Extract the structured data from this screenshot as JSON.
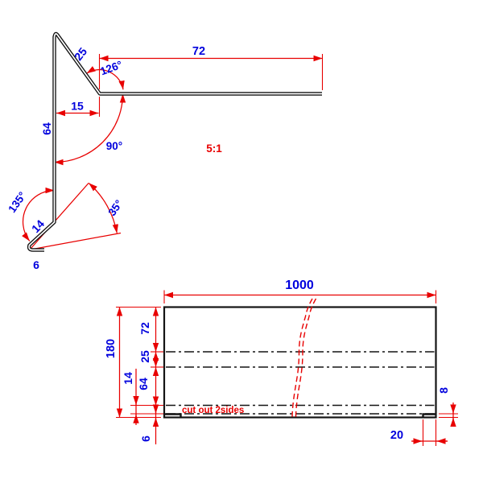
{
  "drawing": {
    "title": "sheet-metal flashing profile drawing",
    "colors": {
      "dimension_red": "#e80000",
      "label_blue": "#0000dd",
      "line_black": "#141414",
      "background": "#ffffff"
    },
    "scale_note": "5:1",
    "profile_view": {
      "dim_72": "72",
      "dim_25": "25",
      "angle_126": "126°",
      "dim_15": "15",
      "dim_64": "64",
      "angle_90": "90°",
      "angle_135": "135°",
      "dim_14": "14",
      "angle_35": "35°",
      "dim_6": "6"
    },
    "flat_view": {
      "dim_1000": "1000",
      "dim_180": "180",
      "dim_72": "72",
      "dim_25": "25",
      "dim_64": "64",
      "dim_14": "14",
      "dim_6": "6",
      "dim_8": "8",
      "dim_20": "20",
      "cutout_note": "cut out 2sides"
    }
  }
}
